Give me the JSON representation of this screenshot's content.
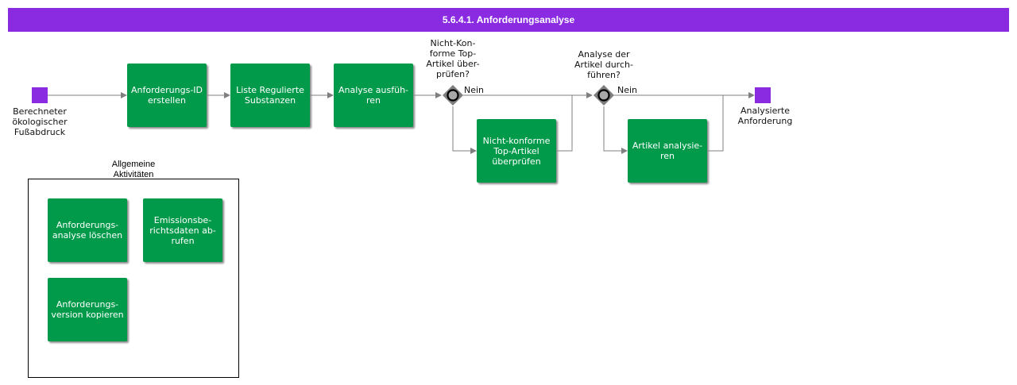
{
  "title": "5.6.4.1. Anforderungsanalyse",
  "start_event": {
    "label": "Berechneter\nökologischer\nFußabdruck",
    "color": "#8a2be2"
  },
  "end_event": {
    "label": "Analysierte\nAnforderung",
    "color": "#8a2be2"
  },
  "tasks": {
    "create_id": "Anforderungs-ID\nerstellen",
    "list_substances": "Liste Regulierte\nSubstanzen",
    "run_analysis": "Analyse ausfüh-\nren",
    "check_nonconform": "Nicht-konforme\nTop-Artikel\nüberprüfen",
    "analyze_articles": "Artikel analysie-\nren"
  },
  "gateways": {
    "gateway1": {
      "question": "Nicht-Kon-\nforme Top-\nArtikel über-\nprüfen?",
      "branch": "Nein"
    },
    "gateway2": {
      "question": "Analyse der\nArtikel durch-\nführen?",
      "branch": "Nein"
    }
  },
  "group": {
    "title": "Allgemeine\nAktivitäten",
    "tasks": {
      "delete_analysis": "Anforderungs-\nanalyse löschen",
      "fetch_emissions": "Emissionsbe-\nrichtsdaten ab-\nrufen",
      "copy_version": "Anforderungs-\nversion kopieren"
    }
  },
  "colors": {
    "task": "#009a4a",
    "header": "#8a2be2",
    "gateway": "#7f7f7f",
    "connector": "#808080"
  }
}
